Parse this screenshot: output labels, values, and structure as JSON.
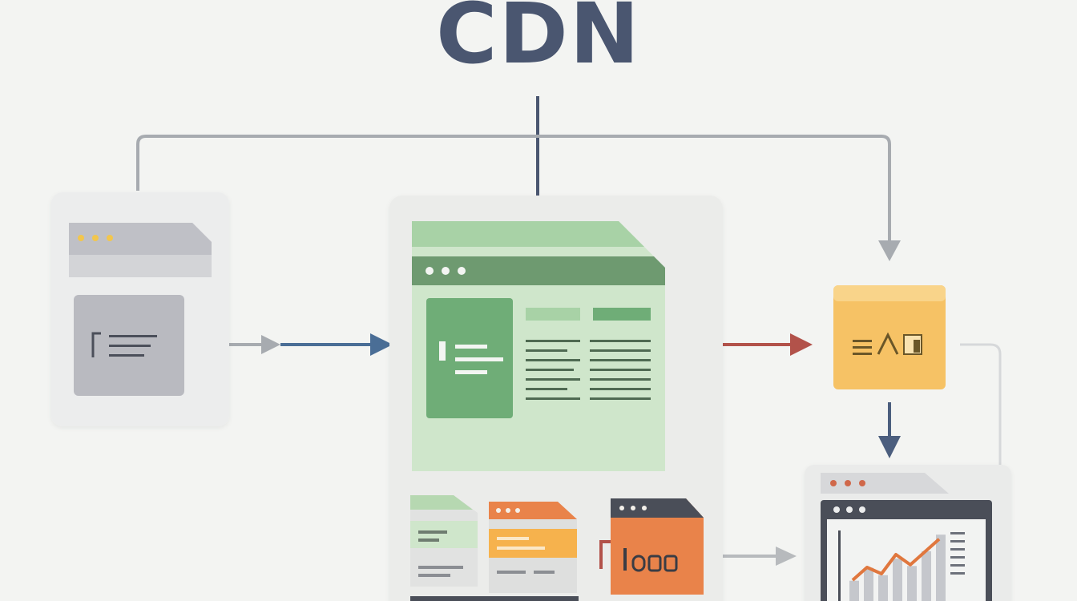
{
  "title": "CDN",
  "colors": {
    "background": "#f3f4f2",
    "title": "#4a5670",
    "connector": "#a7abb0",
    "blue_arrow": "#4a6e96",
    "red_arrow": "#b2524a",
    "dark_arrow": "#4b5e7e",
    "green": "#6fad77",
    "light_green": "#cfe6cb",
    "yellow": "#f6c265",
    "orange": "#e9834a",
    "gray_panel": "#b9bac0"
  },
  "icons": {
    "origin_server": "server-card-icon",
    "cdn_edge": "browser-window-icon",
    "cache_node": "cache-folder-icon",
    "client_browser": "analytics-chart-icon"
  },
  "lines": {
    "origin_panel": [
      {
        "w": 60,
        "dash": false
      },
      {
        "w": 52,
        "dash": true
      },
      {
        "w": 44,
        "dash": false
      }
    ],
    "cdn_window": [
      {
        "w": 68,
        "dash": false
      },
      {
        "w": 52,
        "dash": true
      },
      {
        "w": 68,
        "dash": false
      },
      {
        "w": 60,
        "dash": true
      },
      {
        "w": 68,
        "dash": false
      },
      {
        "w": 52,
        "dash": true
      },
      {
        "w": 68,
        "dash": false
      }
    ]
  },
  "chart": {
    "values": [
      1,
      2,
      1.5,
      3,
      2.2,
      3.2,
      4.2
    ],
    "bars": [
      0.55,
      0.9,
      0.7,
      1.15,
      0.95,
      1.35,
      1.8
    ]
  }
}
